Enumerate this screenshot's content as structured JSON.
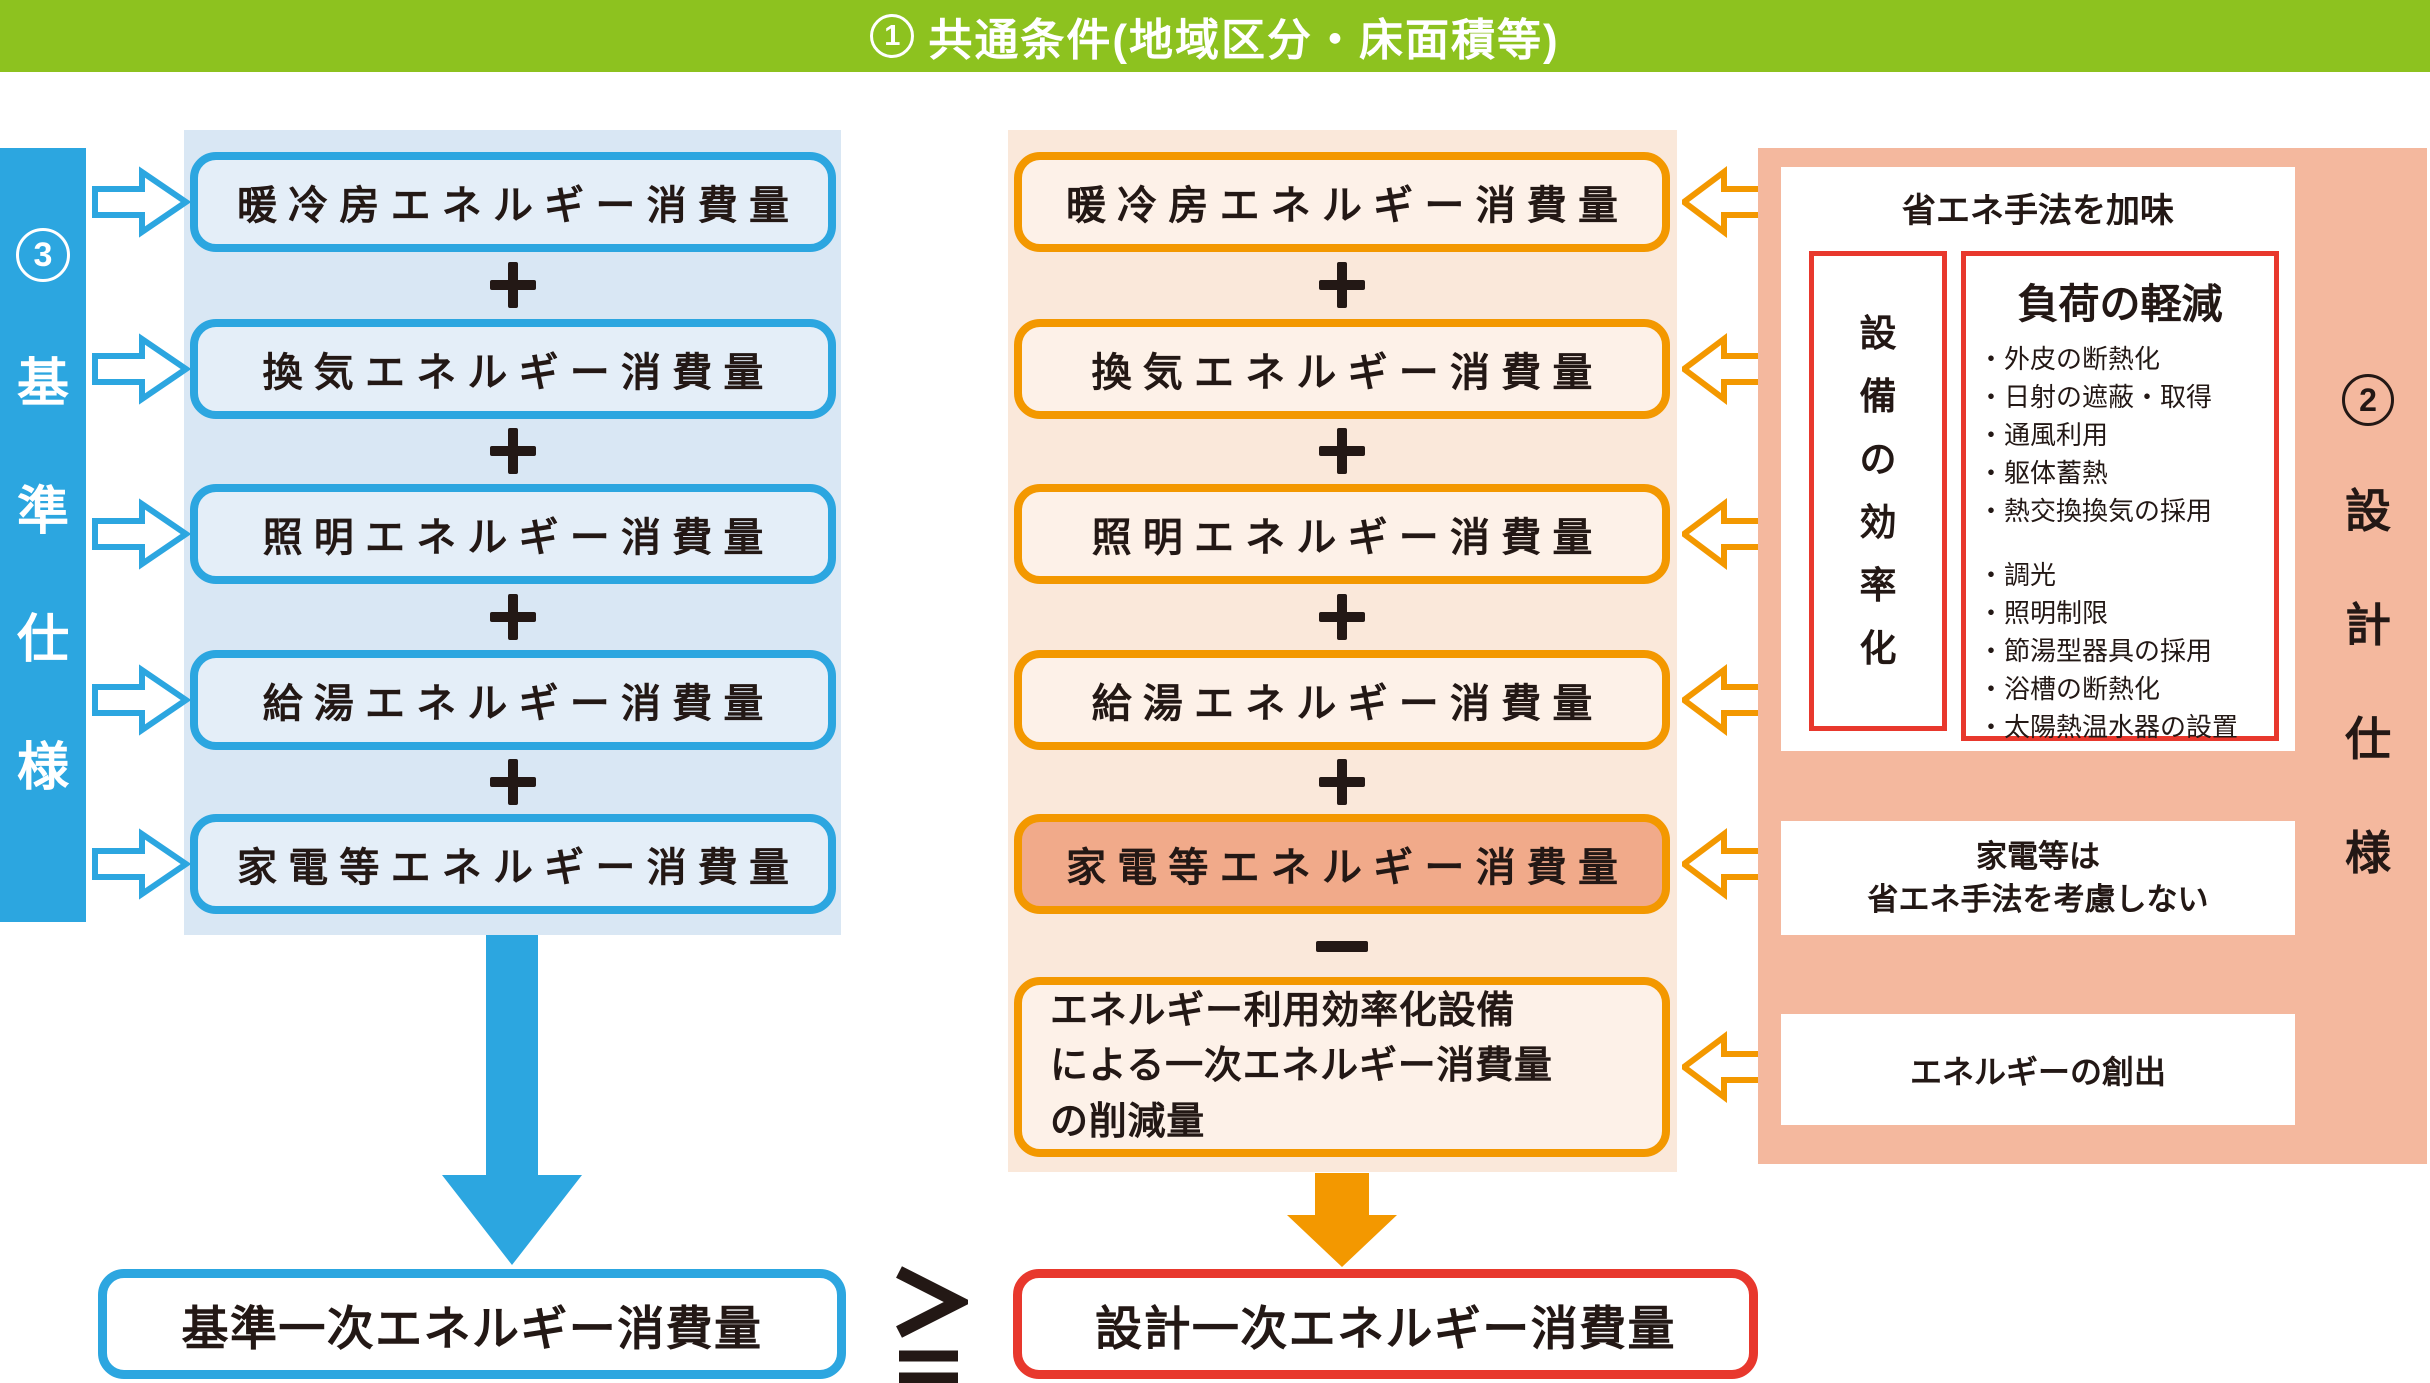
{
  "banner": {
    "number": "1",
    "title": "共通条件(地域区分・床面積等)"
  },
  "left_bar": {
    "number": "3",
    "chars": [
      "基",
      "準",
      "仕",
      "様"
    ]
  },
  "operators": {
    "plus": "+",
    "minus": "−",
    "gte": "≧"
  },
  "base_column": {
    "boxes": [
      "暖冷房エネルギー消費量",
      "換気エネルギー消費量",
      "照明エネルギー消費量",
      "給湯エネルギー消費量",
      "家電等エネルギー消費量"
    ],
    "result": "基準一次エネルギー消費量"
  },
  "design_column": {
    "boxes": [
      "暖冷房エネルギー消費量",
      "換気エネルギー消費量",
      "照明エネルギー消費量",
      "給湯エネルギー消費量",
      "家電等エネルギー消費量"
    ],
    "deduction_lines": [
      "エネルギー利用効率化設備",
      "による一次エネルギー消費量",
      "の削減量"
    ],
    "result": "設計一次エネルギー消費量"
  },
  "right_panel": {
    "number": "2",
    "chars": [
      "設",
      "計",
      "仕",
      "様"
    ],
    "methods": {
      "title": "省エネ手法を加味",
      "equipment_chars": [
        "設",
        "備",
        "の",
        "効",
        "率",
        "化"
      ],
      "load": {
        "title": "負荷の軽減",
        "group1": [
          "・外皮の断熱化",
          "・日射の遮蔽・取得",
          "・通風利用",
          "・躯体蓄熱",
          "・熱交換換気の採用"
        ],
        "group2": [
          "・調光",
          "・照明制限",
          "・節湯型器具の採用",
          "・浴槽の断熱化",
          "・太陽熱温水器の設置"
        ]
      }
    },
    "appliance_note": {
      "line1": "家電等は",
      "line2": "省エネ手法を考慮しない"
    },
    "creation": "エネルギーの創出"
  },
  "colors": {
    "green": "#8dc21f",
    "blue": "#2ca6e0",
    "blue_panel": "#d9e7f4",
    "blue_box_fill": "#e4eef8",
    "orange": "#f39800",
    "orange_panel": "#fae8da",
    "orange_box_fill": "#fdf1e8",
    "salmon_panel": "#f4b89e",
    "salmon_box_fill": "#f1aa8a",
    "red": "#e8382d",
    "text": "#231815"
  }
}
